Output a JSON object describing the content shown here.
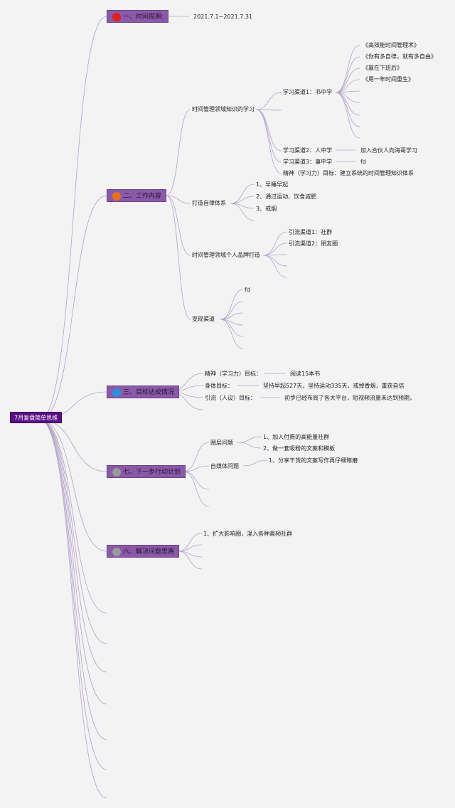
{
  "root": {
    "label": "7月复盘简单思维"
  },
  "branches": [
    {
      "id": "period",
      "label": "一、时间周期:",
      "icon": "red-circle-icon",
      "icon_color": "#e0201c",
      "value": "2021.7.1~2021.7.31"
    },
    {
      "id": "work",
      "label": "二、工作内容",
      "icon": "orange-circle-icon",
      "icon_color": "#e8701a",
      "items": [
        {
          "label": "时间管理领域知识的学习",
          "children": [
            {
              "label": "学习渠道1：书中学",
              "children": [
                "《高效能时间管理术》",
                "《你有多自律，就有多自由》",
                "《赢在下班后》",
                "《用一年时间重生》"
              ]
            },
            {
              "label": "学习渠道2：人中学",
              "value": "加入合伙人向海哥学习"
            },
            {
              "label": "学习渠道3：事中学",
              "value": "fd"
            },
            {
              "label": "精神（学习力）目标：建立系统的时间管理知识体系"
            }
          ]
        },
        {
          "label": "打造自律体系",
          "children": [
            "1、早睡早起",
            "2、通过运动、饮食减肥",
            "3、戒烟"
          ]
        },
        {
          "label": "时间管理领域个人品牌打造",
          "children": [
            "引流渠道1：社群",
            "引流渠道2：朋友圈"
          ]
        },
        {
          "label": "变现渠道",
          "children": [
            "fd"
          ]
        }
      ]
    },
    {
      "id": "goals",
      "label": "三、目标达成情况",
      "icon": "blue-circle-icon",
      "icon_color": "#2b8fe0",
      "items": [
        {
          "label": "精神（学习力）目标：",
          "value": "阅读15本书"
        },
        {
          "label": "身体目标：",
          "value": "坚持早起527天，坚持运动335天，戒掉香烟，重获自信"
        },
        {
          "label": "引流（人设）目标：",
          "value": "初步已经布局了各大平台，短视频流量未达到预期，"
        }
      ]
    },
    {
      "id": "next",
      "label": "七、下一步行动计划",
      "icon": "gray-circle-icon",
      "icon_color": "#9a9a9a",
      "items": [
        {
          "label": "圈层问题",
          "children": [
            "1、加入付费的高能量社群",
            "2、做一套吸粉的文案和模板"
          ]
        },
        {
          "label": "自媒体问题",
          "children": [
            "1、分享干货的文案写作再仔细琢磨"
          ]
        }
      ]
    },
    {
      "id": "solve",
      "label": "六、解决问题思路",
      "icon": "gray-circle-icon",
      "icon_color": "#9a9a9a",
      "items": [
        {
          "label": "1、扩大影响圈，混入各种高频社群"
        }
      ]
    }
  ],
  "colors": {
    "edge": "#b3a4c8",
    "branch_fill": "#8a5aa8",
    "root_fill": "#5b0f87",
    "background": "#f3f3f3"
  }
}
